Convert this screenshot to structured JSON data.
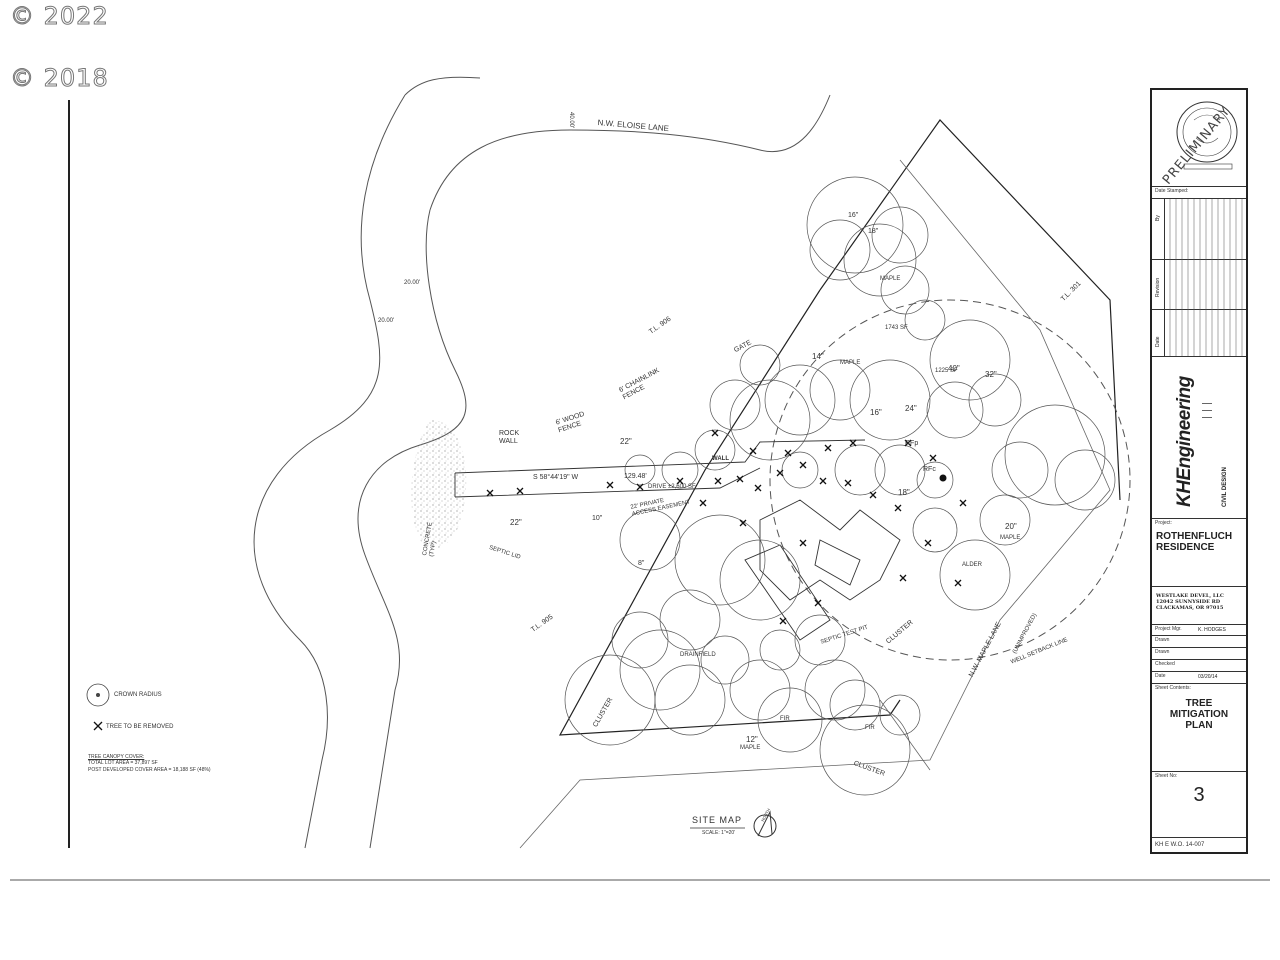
{
  "watermarks": [
    "© 2022",
    "© 2018"
  ],
  "plan": {
    "street_name": "N.W. ELOISE LANE",
    "street_width": "40.00'",
    "dim_a": "20.00'",
    "dim_b": "20.00'",
    "rock_wall": "ROCK\nWALL",
    "wood_fence": "6' WOOD\nFENCE",
    "chainlink": "6' CHAINLINK\nFENCE",
    "gate": "GATE",
    "tl_906": "T.L. 906",
    "tl_905": "T.L. 905",
    "tl_301": "T.L. 301",
    "concrete": "CONCRETE\n(TYP)",
    "septic_lid": "SEPTIC LID",
    "bearing": "S 58°44'19\" W",
    "distance": "129.48'",
    "driveway": "DRIVE ±2,600 SF",
    "easement": "22' PRIVATE\nACCESS EASEMENT",
    "wall": "WALL",
    "nw_maple": "N.W. MAPLE LANE",
    "unimproved": "(UNIMPROVED)",
    "well_setback": "WELL SETBACK LINE",
    "septic_test": "SEPTIC TEST PIT",
    "cluster": "CLUSTER",
    "drainfield": "DRAINFIELD",
    "rfc": "RFc",
    "rfp": "RFp",
    "sf1": "1743 SF",
    "sf2": "1225 SF",
    "maple": "MAPLE",
    "fir": "FIR",
    "alder": "ALDER",
    "tree_sizes": [
      "16\"",
      "12\"",
      "22\"",
      "24\"",
      "40\"",
      "18\"",
      "20\"",
      "14\"",
      "32\"",
      "10\"",
      "8\"",
      "22\"",
      "16\"",
      "18\""
    ]
  },
  "legend": {
    "crown_radius": "CROWN RADIUS",
    "tree_removed": "TREE TO BE REMOVED",
    "canopy_title": "TREE CANOPY COVER:",
    "total_lot": "TOTAL LOT AREA = 37,897 SF",
    "post_dev": "POST DEVELOPED COVER AREA = 18,188 SF (48%)"
  },
  "site_map": {
    "title": "SITE MAP",
    "scale": "SCALE: 1\"=20'",
    "north": "NORTH"
  },
  "titleblock": {
    "stamp_text": "PRELIMINARY",
    "date_stamped": "Date Stamped:",
    "by": "By",
    "revision": "Revision",
    "date": "Date",
    "firm_brand": "KHEngineering",
    "firm_sub": "CIVIL DESIGN",
    "project_label": "Project:",
    "project_name": "ROTHENFLUCH\nRESIDENCE",
    "client": "WESTLAKE DEVEL, LLC\n12042 SUNNYSIDE RD\nCLACKAMAS, OR 97015",
    "project_mgr_label": "Project Mgr.",
    "project_mgr": "K. HODGES",
    "drawn_label": "Drawn",
    "checked_label": "Checked",
    "date_label": "Date",
    "date_value": "03/20/14",
    "sheet_contents_label": "Sheet Contents:",
    "sheet_title": "TREE\nMITIGATION\nPLAN",
    "sheet_no_label": "Sheet No:",
    "sheet_no": "3",
    "wo": "KH E W.O. 14-007"
  }
}
